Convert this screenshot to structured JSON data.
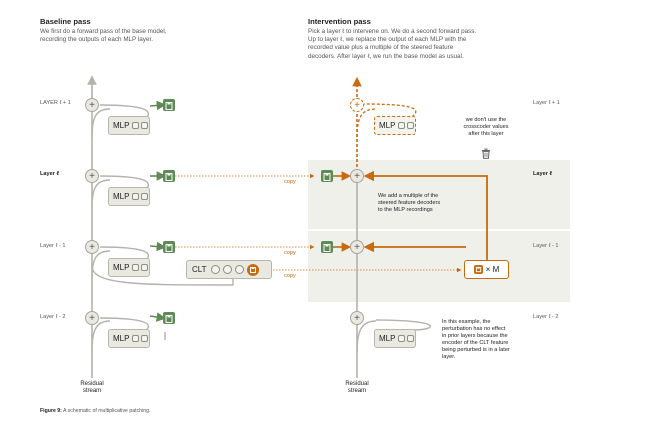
{
  "baseline": {
    "title": "Baseline pass",
    "desc_lines": [
      "We first do a forward pass of the base model,",
      "recording the outputs of each MLP layer."
    ]
  },
  "intervention": {
    "title": "Intervention pass",
    "desc_lines": [
      "Pick a layer ℓ to intervene on. We do a second forward pass.",
      "Up to layer ℓ, we replace the output of each MLP with the",
      "recorded value plus a multiple of the steered feature",
      "decoders. After layer ℓ, we run the base model as usual."
    ]
  },
  "layers": {
    "l_plus_1": "LAYER ℓ + 1",
    "l": "Layer ℓ",
    "l_minus_1": "Layer ℓ - 1",
    "l_minus_2": "Layer ℓ - 2",
    "right_l_plus_1": "Layer ℓ + 1",
    "right_l": "Layer ℓ",
    "right_l_minus_1": "Layer ℓ - 1",
    "right_l_minus_2": "Layer ℓ - 2"
  },
  "blocks": {
    "mlp": "MLP",
    "clt": "CLT",
    "times_m": "× M",
    "plus": "+"
  },
  "copy_label": "copy",
  "notes": {
    "no_crosscoder": [
      "we don't use the",
      "crosscoder values",
      "after this layer"
    ],
    "multiple": [
      "We add a multiple of the",
      "steered feature decoders",
      "to the MLP recordings"
    ],
    "perturbation": [
      "In this example, the",
      "perturbation has no effect",
      "in prior layers because the",
      "encoder of the CLT feature",
      "being perturbed is in a later",
      "layer."
    ]
  },
  "residual_stream": [
    "Residual",
    "stream"
  ],
  "caption": {
    "label": "Figure 9:",
    "text": " A schematic of multiplicative patching."
  },
  "colors": {
    "green": "#5e8a55",
    "orange": "#c96a10",
    "gray": "#b3b3ab",
    "band": "#f0f0eb"
  },
  "icons": [
    "save-icon",
    "trash-icon",
    "plus-icon",
    "arrow-up-icon"
  ]
}
